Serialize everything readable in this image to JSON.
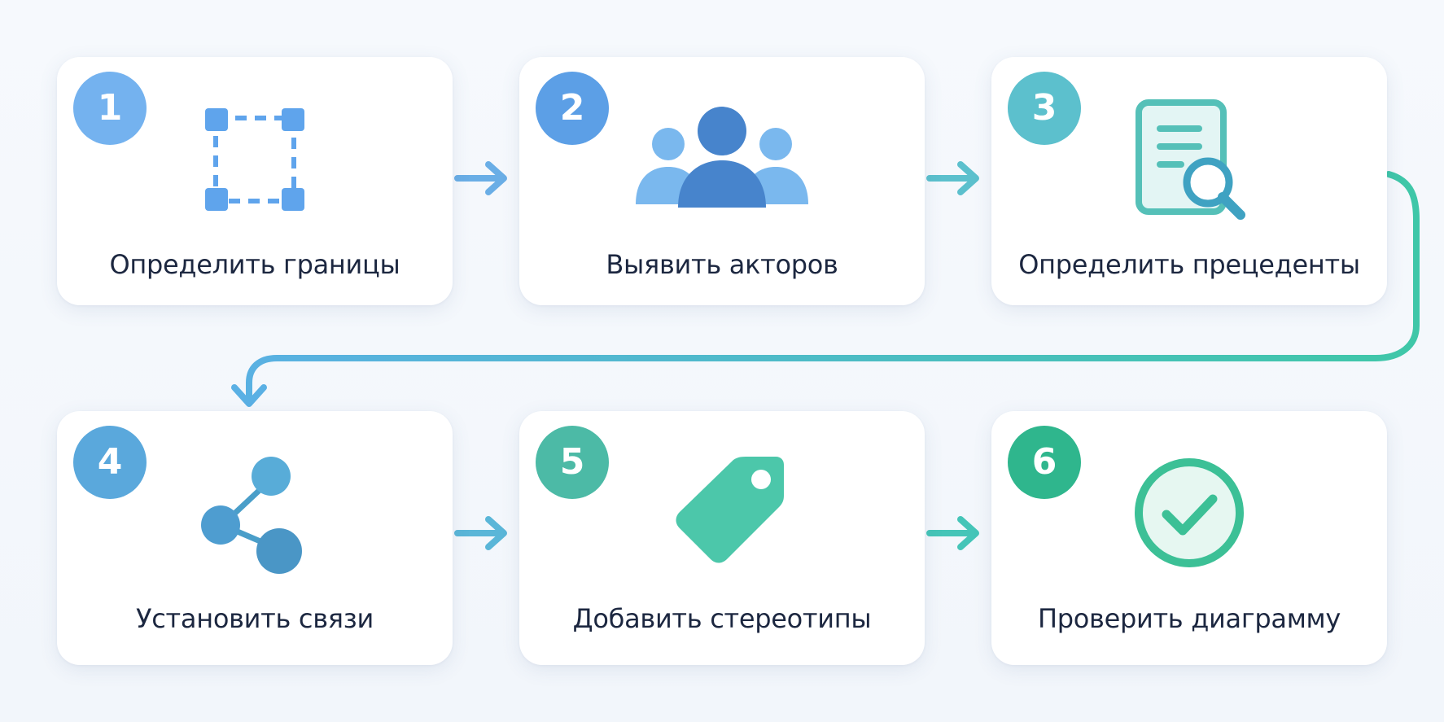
{
  "steps": [
    {
      "number": "1",
      "label": "Определить границы",
      "icon": "system-boundary-icon",
      "color": "#74b2ef"
    },
    {
      "number": "2",
      "label": "Выявить акторов",
      "icon": "actors-group-icon",
      "color": "#5c9fe6"
    },
    {
      "number": "3",
      "label": "Определить прецеденты",
      "icon": "document-search-icon",
      "color": "#5cc0cd"
    },
    {
      "number": "4",
      "label": "Установить связи",
      "icon": "share-nodes-icon",
      "color": "#5aa8dc"
    },
    {
      "number": "5",
      "label": "Добавить стереотипы",
      "icon": "tag-icon",
      "color": "#4cbaa6"
    },
    {
      "number": "6",
      "label": "Проверить диаграмму",
      "icon": "check-circle-icon",
      "color": "#2fb68d"
    }
  ],
  "colors": {
    "arrow_blue": "#6aaee6",
    "arrow_teal": "#45c5b8",
    "connector_start": "#3fc7a8",
    "connector_end": "#5ab0e4"
  }
}
